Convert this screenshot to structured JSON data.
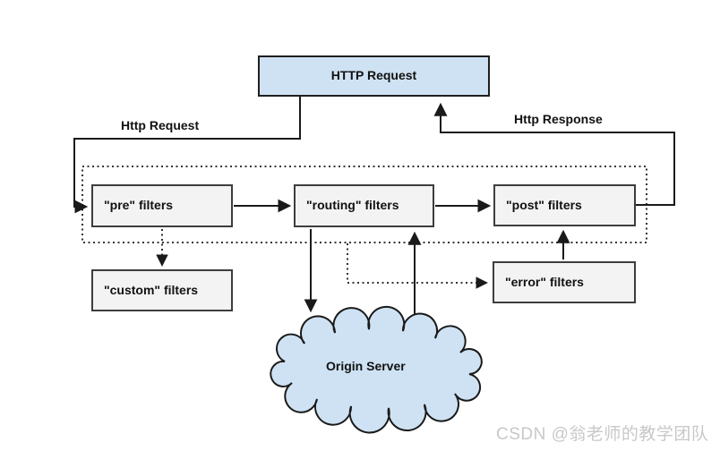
{
  "diagram": {
    "nodes": {
      "http_request": {
        "label": "HTTP Request"
      },
      "pre_filters": {
        "label": "\"pre\" filters"
      },
      "routing_filters": {
        "label": "\"routing\" filters"
      },
      "post_filters": {
        "label": "\"post\" filters"
      },
      "custom_filters": {
        "label": "\"custom\" filters"
      },
      "error_filters": {
        "label": "\"error\" filters"
      },
      "origin_server": {
        "label": "Origin Server"
      }
    },
    "edge_labels": {
      "request": "Http Request",
      "response": "Http Response"
    },
    "colors": {
      "node_blue_fill": "#cfe2f3",
      "node_gray_fill": "#f3f3f3",
      "line": "#1a1a1a"
    }
  },
  "watermark": {
    "text": "CSDN @翁老师的教学团队",
    "color": "#c8c8c8"
  }
}
